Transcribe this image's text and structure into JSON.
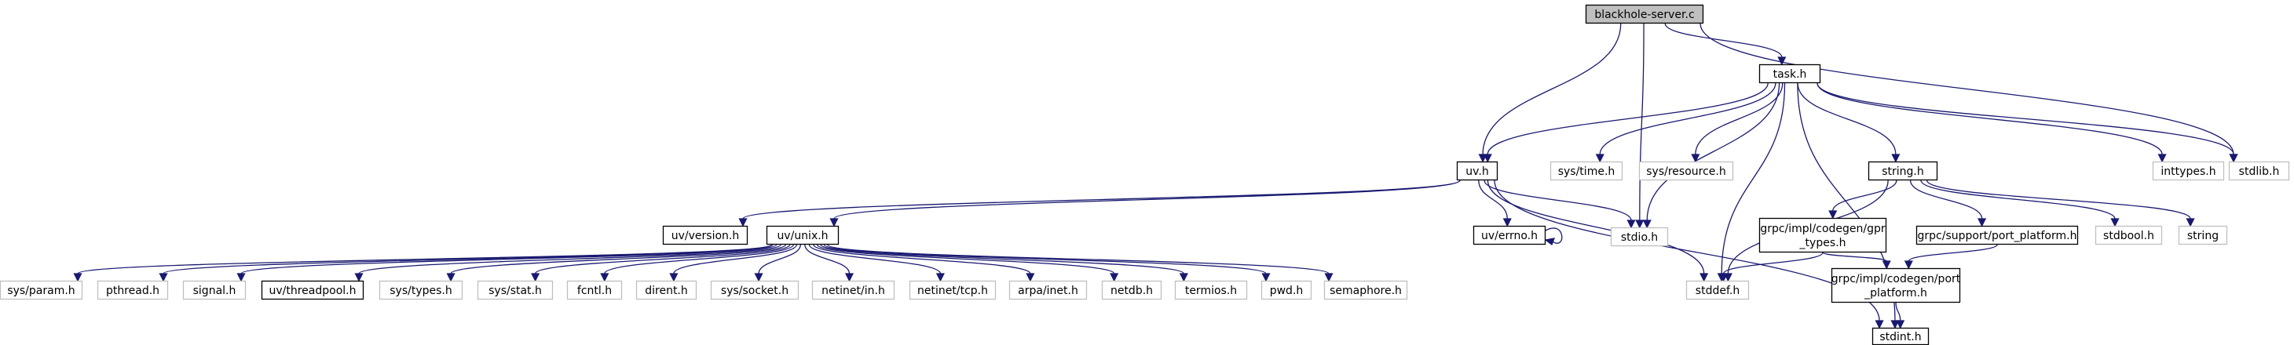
{
  "diagram": {
    "type": "include-dependency-graph",
    "edge_color": "#191970",
    "root_fill": "#bfbfbf",
    "nodes": [
      {
        "id": "blackhole",
        "lines": [
          "blackhole-server.c"
        ],
        "kind": "root"
      },
      {
        "id": "task",
        "lines": [
          "task.h"
        ],
        "kind": "doc"
      },
      {
        "id": "uv",
        "lines": [
          "uv.h"
        ],
        "kind": "doc"
      },
      {
        "id": "stdio",
        "lines": [
          "stdio.h"
        ],
        "kind": "ext"
      },
      {
        "id": "stdlib",
        "lines": [
          "stdlib.h"
        ],
        "kind": "ext"
      },
      {
        "id": "systime",
        "lines": [
          "sys/time.h"
        ],
        "kind": "ext"
      },
      {
        "id": "sysresource",
        "lines": [
          "sys/resource.h"
        ],
        "kind": "ext"
      },
      {
        "id": "string",
        "lines": [
          "string.h"
        ],
        "kind": "doc"
      },
      {
        "id": "inttypes",
        "lines": [
          "inttypes.h"
        ],
        "kind": "ext"
      },
      {
        "id": "version",
        "lines": [
          "uv/version.h"
        ],
        "kind": "doc"
      },
      {
        "id": "unix",
        "lines": [
          "uv/unix.h"
        ],
        "kind": "doc"
      },
      {
        "id": "errno",
        "lines": [
          "uv/errno.h"
        ],
        "kind": "doc"
      },
      {
        "id": "gprtypes",
        "lines": [
          "grpc/impl/codegen/gpr",
          "_types.h"
        ],
        "kind": "doc"
      },
      {
        "id": "portplat",
        "lines": [
          "grpc/support/port_platform.h"
        ],
        "kind": "doc"
      },
      {
        "id": "stdbool",
        "lines": [
          "stdbool.h"
        ],
        "kind": "ext"
      },
      {
        "id": "stringx",
        "lines": [
          "string"
        ],
        "kind": "ext"
      },
      {
        "id": "sysparam",
        "lines": [
          "sys/param.h"
        ],
        "kind": "ext"
      },
      {
        "id": "pthread",
        "lines": [
          "pthread.h"
        ],
        "kind": "ext"
      },
      {
        "id": "signal",
        "lines": [
          "signal.h"
        ],
        "kind": "ext"
      },
      {
        "id": "threadpool",
        "lines": [
          "uv/threadpool.h"
        ],
        "kind": "doc"
      },
      {
        "id": "systypes",
        "lines": [
          "sys/types.h"
        ],
        "kind": "ext"
      },
      {
        "id": "sysstat",
        "lines": [
          "sys/stat.h"
        ],
        "kind": "ext"
      },
      {
        "id": "fcntl",
        "lines": [
          "fcntl.h"
        ],
        "kind": "ext"
      },
      {
        "id": "dirent",
        "lines": [
          "dirent.h"
        ],
        "kind": "ext"
      },
      {
        "id": "syssocket",
        "lines": [
          "sys/socket.h"
        ],
        "kind": "ext"
      },
      {
        "id": "netinetin",
        "lines": [
          "netinet/in.h"
        ],
        "kind": "ext"
      },
      {
        "id": "netinettcp",
        "lines": [
          "netinet/tcp.h"
        ],
        "kind": "ext"
      },
      {
        "id": "arpainet",
        "lines": [
          "arpa/inet.h"
        ],
        "kind": "ext"
      },
      {
        "id": "netdb",
        "lines": [
          "netdb.h"
        ],
        "kind": "ext"
      },
      {
        "id": "termios",
        "lines": [
          "termios.h"
        ],
        "kind": "ext"
      },
      {
        "id": "pwd",
        "lines": [
          "pwd.h"
        ],
        "kind": "ext"
      },
      {
        "id": "semaphore",
        "lines": [
          "semaphore.h"
        ],
        "kind": "ext"
      },
      {
        "id": "stddef",
        "lines": [
          "stddef.h"
        ],
        "kind": "ext"
      },
      {
        "id": "gprport",
        "lines": [
          "grpc/impl/codegen/port",
          "_platform.h"
        ],
        "kind": "doc"
      },
      {
        "id": "stdint",
        "lines": [
          "stdint.h"
        ],
        "kind": "doc"
      }
    ],
    "edges": [
      [
        "blackhole",
        "task"
      ],
      [
        "blackhole",
        "uv"
      ],
      [
        "blackhole",
        "stdio"
      ],
      [
        "blackhole",
        "stdlib"
      ],
      [
        "task",
        "uv"
      ],
      [
        "task",
        "systime"
      ],
      [
        "task",
        "sysresource"
      ],
      [
        "task",
        "stdio"
      ],
      [
        "task",
        "string"
      ],
      [
        "task",
        "inttypes"
      ],
      [
        "task",
        "stdlib"
      ],
      [
        "task",
        "stddef"
      ],
      [
        "task",
        "stdint"
      ],
      [
        "uv",
        "version"
      ],
      [
        "uv",
        "unix"
      ],
      [
        "uv",
        "errno"
      ],
      [
        "uv",
        "stdio"
      ],
      [
        "uv",
        "stddef"
      ],
      [
        "uv",
        "stdint"
      ],
      [
        "errno",
        "errno"
      ],
      [
        "string",
        "gprtypes"
      ],
      [
        "string",
        "portplat"
      ],
      [
        "string",
        "stdbool"
      ],
      [
        "string",
        "stringx"
      ],
      [
        "string",
        "stddef"
      ],
      [
        "gprtypes",
        "stddef"
      ],
      [
        "gprtypes",
        "gprport"
      ],
      [
        "portplat",
        "gprport"
      ],
      [
        "gprport",
        "stdint"
      ],
      [
        "unix",
        "sysparam"
      ],
      [
        "unix",
        "pthread"
      ],
      [
        "unix",
        "signal"
      ],
      [
        "unix",
        "threadpool"
      ],
      [
        "unix",
        "systypes"
      ],
      [
        "unix",
        "sysstat"
      ],
      [
        "unix",
        "fcntl"
      ],
      [
        "unix",
        "dirent"
      ],
      [
        "unix",
        "syssocket"
      ],
      [
        "unix",
        "netinetin"
      ],
      [
        "unix",
        "netinettcp"
      ],
      [
        "unix",
        "arpainet"
      ],
      [
        "unix",
        "netdb"
      ],
      [
        "unix",
        "termios"
      ],
      [
        "unix",
        "pwd"
      ],
      [
        "unix",
        "semaphore"
      ]
    ]
  }
}
